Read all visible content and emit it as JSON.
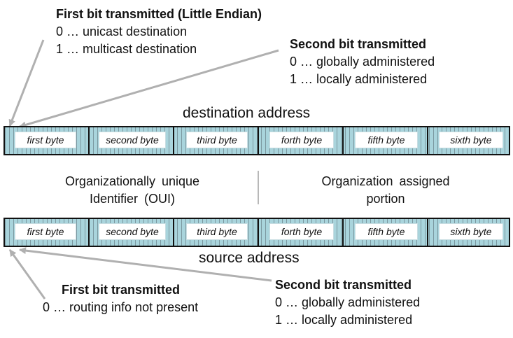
{
  "top_left_note": {
    "heading": "First bit transmitted (Little Endian)",
    "lines": [
      "0 … unicast destination",
      "1 … multicast destination"
    ]
  },
  "top_right_note": {
    "heading": "Second bit transmitted",
    "lines": [
      "0 … globally administered",
      "1 … locally administered"
    ]
  },
  "destination": {
    "label": "destination address",
    "bytes": [
      "first byte",
      "second byte",
      "third byte",
      "forth byte",
      "fifth byte",
      "sixth byte"
    ]
  },
  "middle": {
    "oui_lines": [
      "Organizationally unique",
      "Identifier (OUI)"
    ],
    "assigned_lines": [
      "Organization assigned",
      "portion"
    ]
  },
  "source": {
    "label": "source address",
    "bytes": [
      "first byte",
      "second byte",
      "third byte",
      "forth byte",
      "fifth byte",
      "sixth byte"
    ]
  },
  "bottom_left_note": {
    "heading": "First bit transmitted",
    "lines": [
      "0 … routing info not present"
    ]
  },
  "bottom_right_note": {
    "heading": "Second bit transmitted",
    "lines": [
      "0 … globally administered",
      "1 … locally administered"
    ]
  },
  "colors": {
    "bar_fill": "#a9d4dc",
    "arrow": "#b0b0b0",
    "divider": "#b8b8b8"
  }
}
